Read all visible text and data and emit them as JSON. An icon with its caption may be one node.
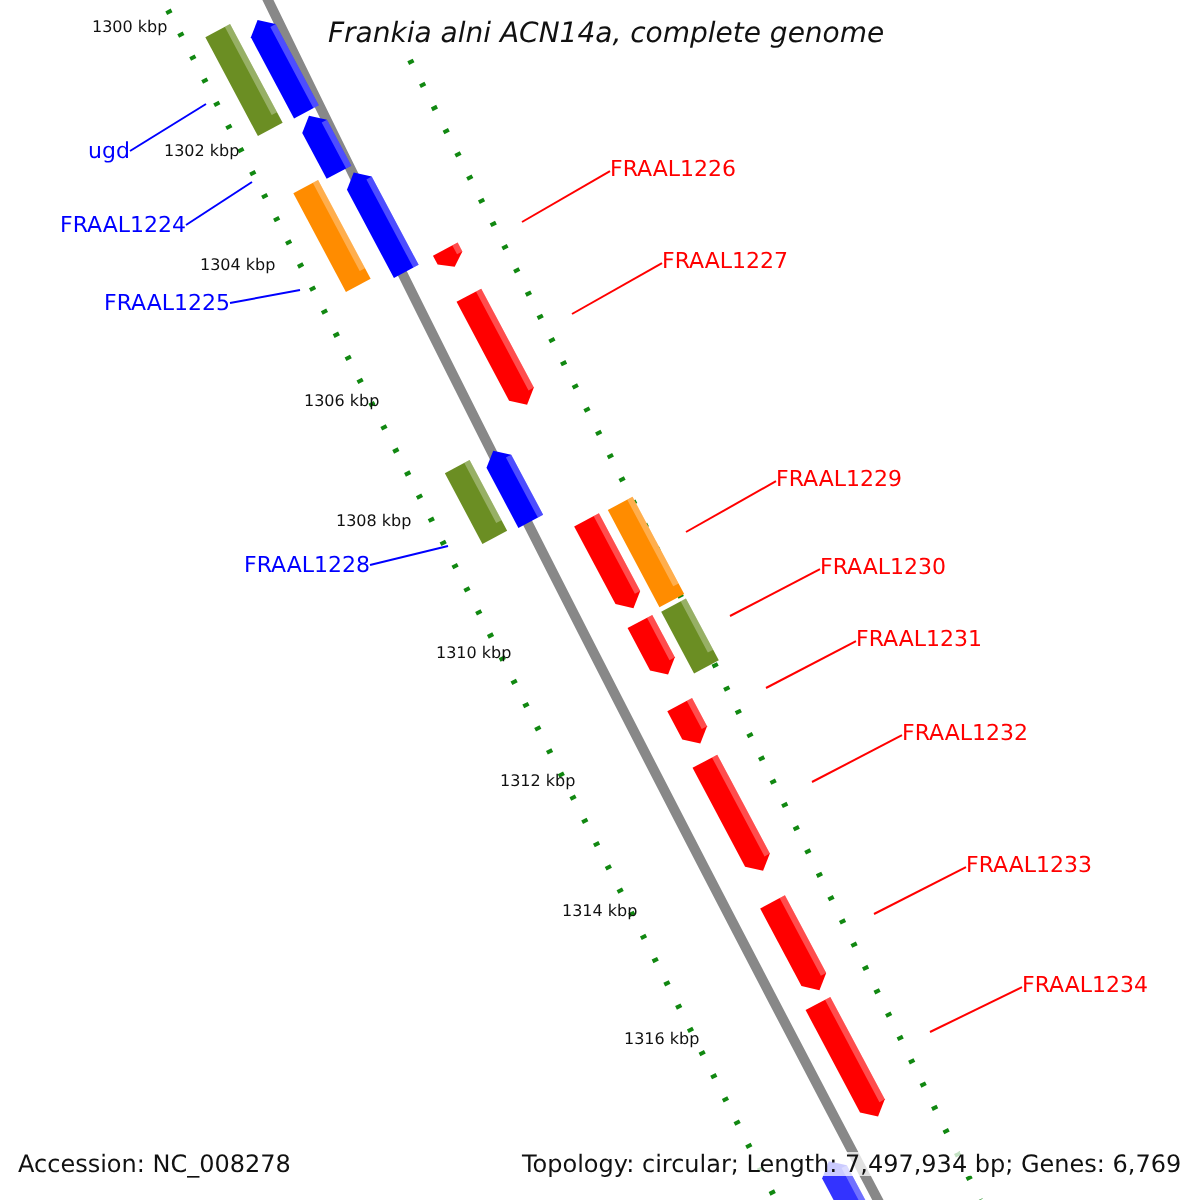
{
  "diagram": {
    "title": "Frankia alni ACN14a, complete genome",
    "nodes": [
      {
        "text": [
          "ugd"
        ]
      },
      {
        "text": [
          "FRAAL1226"
        ]
      },
      {
        "text": [
          "FRAAL1224"
        ]
      },
      {
        "text": [
          "FRAAL1227"
        ]
      },
      {
        "text": [
          "FRAAL1225"
        ]
      },
      {
        "text": [
          "FRAAL1229"
        ]
      },
      {
        "text": [
          "FRAAL1228"
        ]
      },
      {
        "text": [
          "FRAAL1230"
        ]
      },
      {
        "text": [
          "FRAAL1231"
        ]
      },
      {
        "text": [
          "FRAAL1232"
        ]
      },
      {
        "text": [
          "FRAAL1233"
        ]
      },
      {
        "text": [
          "FRAAL1234"
        ]
      }
    ],
    "edges": [
      {
        "from": 0,
        "to": null,
        "arrow": "none",
        "color": "#0000ff"
      },
      {
        "from": 1,
        "to": null,
        "arrow": "none"
      },
      {
        "from": 2,
        "to": null,
        "arrow": "none",
        "color": "#0000ff"
      },
      {
        "from": 3,
        "to": null,
        "arrow": "none"
      },
      {
        "from": 4,
        "to": null,
        "arrow": "none",
        "color": "#0000ff"
      },
      {
        "from": 5,
        "to": null,
        "arrow": "none"
      },
      {
        "from": 6,
        "to": null,
        "arrow": "none",
        "color": "#0000ff"
      },
      {
        "from": 7,
        "to": null,
        "arrow": "none"
      },
      {
        "from": 8,
        "to": null,
        "arrow": "none"
      },
      {
        "from": 9,
        "to": null,
        "arrow": "none"
      },
      {
        "from": 10,
        "to": null,
        "arrow": "none"
      },
      {
        "from": 11,
        "to": null,
        "arrow": "none"
      }
    ],
    "labels": [
      "1300 kbp",
      "1302 kbp",
      "1304 kbp",
      "1306 kbp",
      "1308 kbp",
      "1310 kbp",
      "1312 kbp",
      "1314 kbp",
      "1316 kbp",
      "Accession: NC_008278",
      "Topology: circular; Length: 7,497,934 bp; Genes: 6,769"
    ]
  }
}
